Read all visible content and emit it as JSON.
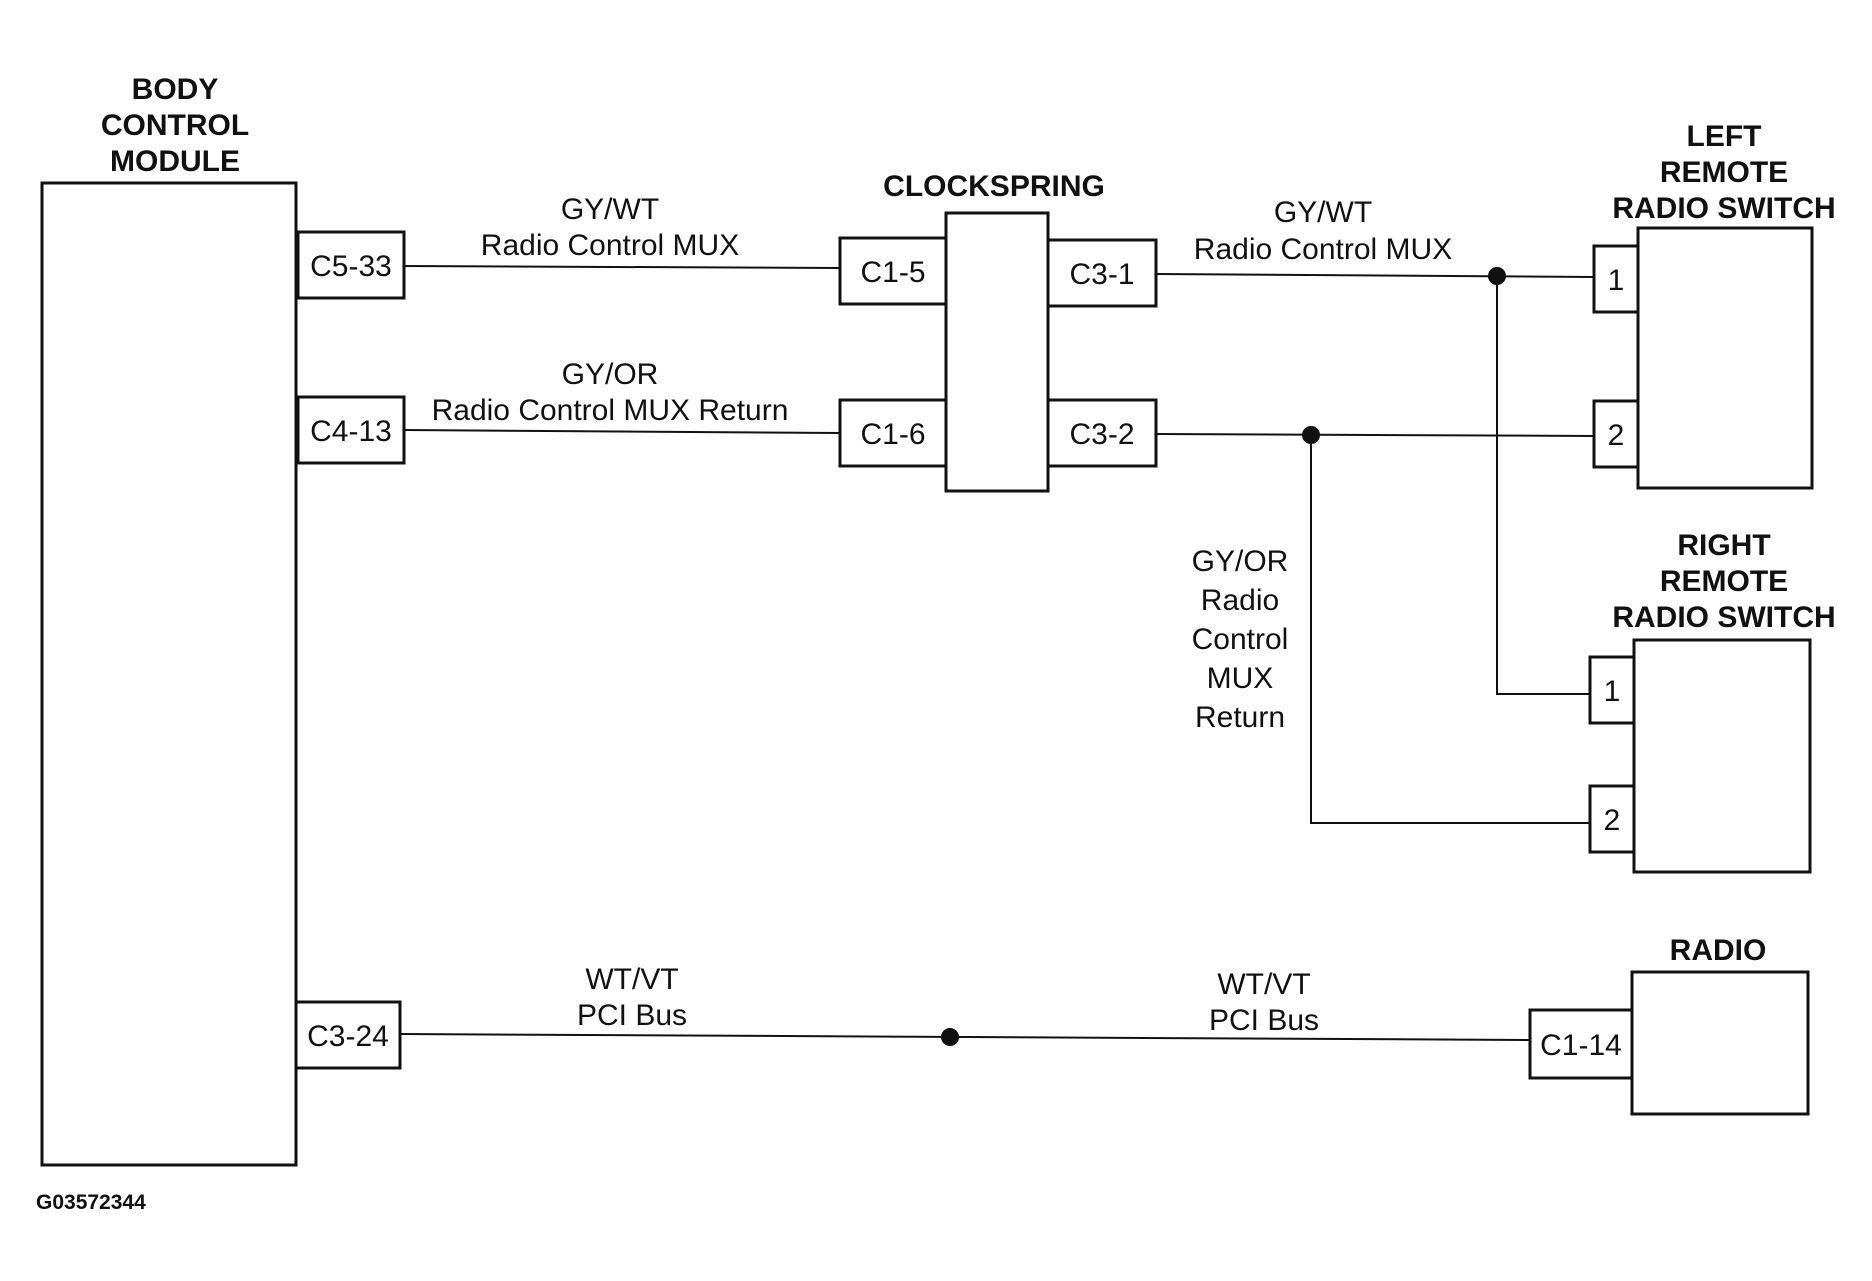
{
  "components": {
    "bcm": {
      "title_lines": [
        "BODY",
        "CONTROL",
        "MODULE"
      ]
    },
    "clockspring": {
      "title": "CLOCKSPRING"
    },
    "left_switch": {
      "title_lines": [
        "LEFT",
        "REMOTE",
        "RADIO SWITCH"
      ]
    },
    "right_switch": {
      "title_lines": [
        "RIGHT",
        "REMOTE",
        "RADIO SWITCH"
      ]
    },
    "radio": {
      "title": "RADIO"
    }
  },
  "connectors": {
    "bcm_c5_33": "C5-33",
    "bcm_c4_13": "C4-13",
    "bcm_c3_24": "C3-24",
    "cs_c1_5": "C1-5",
    "cs_c1_6": "C1-6",
    "cs_c3_1": "C3-1",
    "cs_c3_2": "C3-2",
    "left_pin_1": "1",
    "left_pin_2": "2",
    "right_pin_1": "1",
    "right_pin_2": "2",
    "radio_c1_14": "C1-14"
  },
  "wires": {
    "mux_bcm_cs": {
      "color_code": "GY/WT",
      "name": "Radio Control MUX"
    },
    "mux_return_bcm_cs": {
      "color_code": "GY/OR",
      "name": "Radio Control MUX Return"
    },
    "mux_cs_switch": {
      "color_code": "GY/WT",
      "name": "Radio Control MUX"
    },
    "mux_return_vertical": {
      "lines": [
        "GY/OR",
        "Radio",
        "Control",
        "MUX",
        "Return"
      ]
    },
    "pci_left": {
      "color_code": "WT/VT",
      "name": "PCI Bus"
    },
    "pci_right": {
      "color_code": "WT/VT",
      "name": "PCI Bus"
    }
  },
  "figure_id": "G03572344"
}
